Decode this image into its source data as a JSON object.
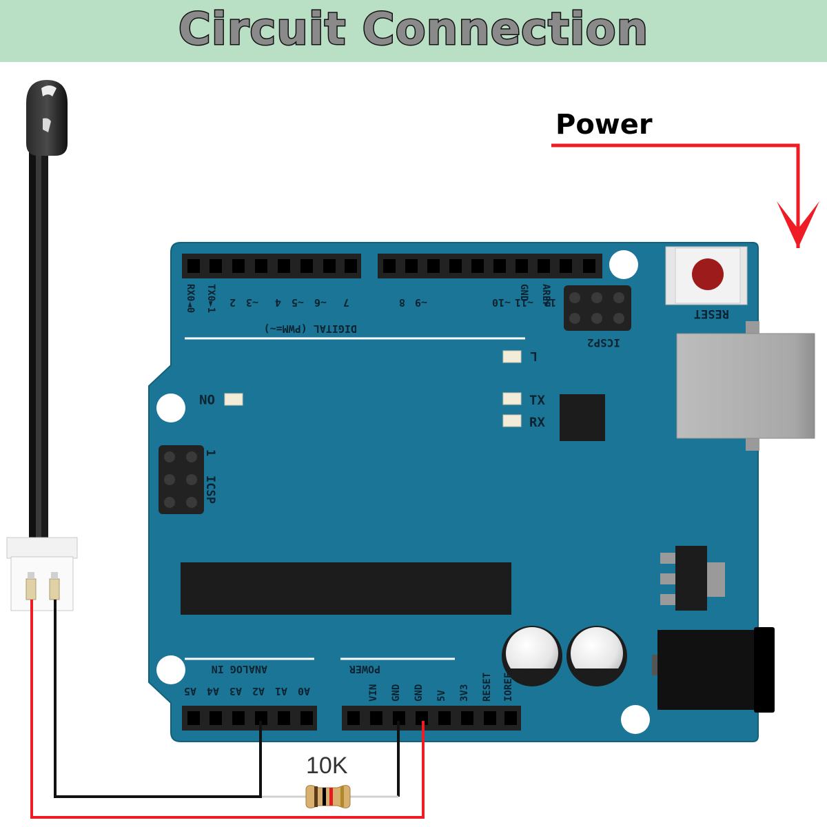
{
  "title": "Circuit Connection",
  "power_label": "Power",
  "resistor_label": "10K",
  "board": {
    "header_digital_label": "DIGITAL (PWM=~)",
    "digital_pins": [
      "RX0◄0",
      "TX0►1",
      "2",
      "~3",
      "4",
      "~5",
      "~6",
      "7"
    ],
    "digital_pins_2": [
      "8",
      "~9",
      "~10",
      "~11",
      "12",
      "13",
      "GND",
      "AREF"
    ],
    "icsp_top_label": "ICSP2",
    "icsp_left_label": "ICSP",
    "icsp_left_num": "1",
    "reset_label": "RESET",
    "led_l": "L",
    "led_tx": "TX",
    "led_rx": "RX",
    "led_on": "ON",
    "analog_header_label": "ANALOG IN",
    "analog_pins": [
      "A0",
      "A1",
      "A2",
      "A3",
      "A4",
      "A5"
    ],
    "power_header_label": "POWER",
    "power_pins": [
      "IOREF",
      "RESET",
      "3V3",
      "5V",
      "GND",
      "GND",
      "VIN"
    ]
  },
  "colors": {
    "banner_bg": "#b9e0c5",
    "board": "#1a7596",
    "wire_power": "#ee1c24",
    "wire_ground": "#111111"
  }
}
